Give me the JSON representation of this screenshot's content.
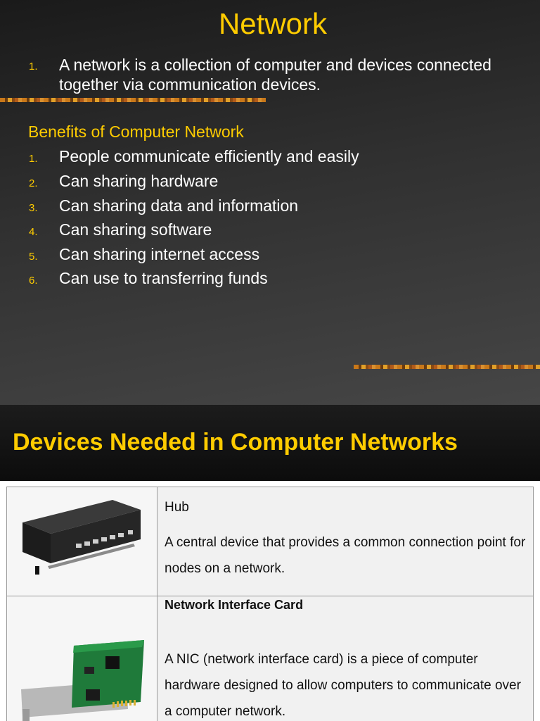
{
  "slide1": {
    "title": "Network",
    "intro": {
      "num": "1.",
      "text": "A network is a collection of computer and devices connected together via communication devices."
    },
    "benefits_heading": "Benefits of Computer Network",
    "benefits": [
      {
        "num": "1.",
        "text": "People communicate efficiently and easily"
      },
      {
        "num": "2.",
        "text": "Can sharing hardware"
      },
      {
        "num": "3.",
        "text": "Can sharing data and information"
      },
      {
        "num": "4.",
        "text": "Can sharing software"
      },
      {
        "num": "5.",
        "text": "Can sharing internet access"
      },
      {
        "num": "6.",
        "text": "Can use to transferring funds"
      }
    ]
  },
  "slide2": {
    "title": "Devices Needed in Computer Networks",
    "devices": [
      {
        "name": "Hub",
        "description": "A central device that provides a common connection point for nodes on a network."
      },
      {
        "name": "Network Interface Card",
        "description": "A NIC (network interface card) is a piece of computer hardware designed to allow computers to communicate over a computer network."
      }
    ]
  },
  "colors": {
    "accent": "#ffcc00",
    "text": "#ffffff"
  }
}
